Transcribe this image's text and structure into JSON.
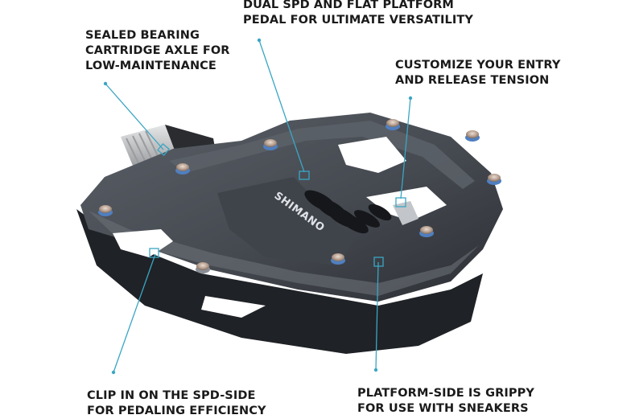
{
  "callouts": [
    {
      "id": "sealed-bearing",
      "lines": [
        "SEALED BEARING",
        "CARTRIDGE AXLE FOR",
        "LOW-MAINTENANCE"
      ]
    },
    {
      "id": "dual-spd",
      "lines": [
        "DUAL SPD AND FLAT PLATFORM",
        "PEDAL FOR ULTIMATE VERSATILITY"
      ]
    },
    {
      "id": "tension",
      "lines": [
        "CUSTOMIZE YOUR ENTRY",
        "AND RELEASE TENSION"
      ]
    },
    {
      "id": "spd-side",
      "lines": [
        "CLIP IN ON THE SPD-SIDE",
        "FOR PEDALING EFFICIENCY"
      ]
    },
    {
      "id": "platform-side",
      "lines": [
        "PLATFORM-SIDE IS GRIPPY",
        "FOR USE WITH SNEAKERS"
      ]
    }
  ],
  "product": {
    "brand_mark": "SHIMANO"
  },
  "colors": {
    "leader_line": "#3aa6c4",
    "pedal_body": "#4a4f57",
    "pedal_dark": "#23262b",
    "axle": "#c9cbcd",
    "pin_blue": "#4f7fc0",
    "text": "#1a1a1a"
  }
}
